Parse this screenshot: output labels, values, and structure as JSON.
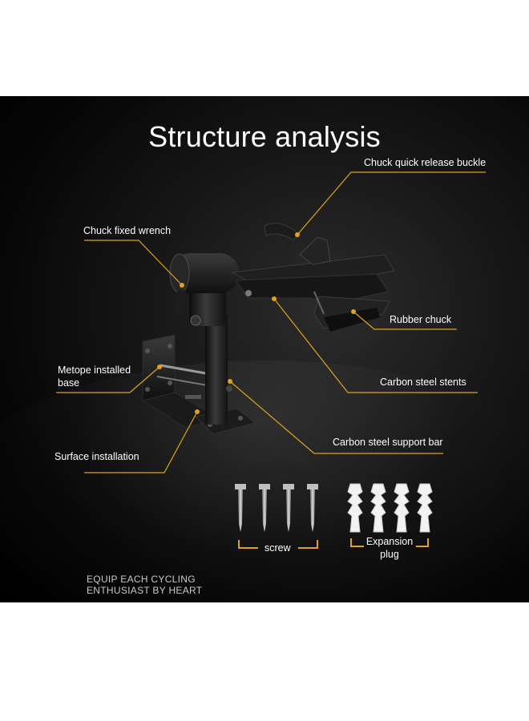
{
  "title": "Structure analysis",
  "labels": {
    "chuck_quick_release_buckle": "Chuck quick release buckle",
    "chuck_fixed_wrench": "Chuck fixed wrench",
    "rubber_chuck": "Rubber chuck",
    "metope_installed_base_line1": "Metope installed",
    "metope_installed_base_line2": "base",
    "carbon_steel_stents": "Carbon steel stents",
    "carbon_steel_support_bar": "Carbon steel support bar",
    "surface_installation": "Surface installation",
    "screw": "screw",
    "expansion_plug_line1": "Expansion",
    "expansion_plug_line2": "plug"
  },
  "tagline": {
    "line1": "EQUIP EACH CYCLING",
    "line2": "ENTHUSIAST BY HEART"
  },
  "colors": {
    "background": "#000000",
    "leader_line": "#e0a21f",
    "text": "#ffffff",
    "part_metal": "#1b1b1b",
    "plug_white": "#f2f2f2"
  }
}
